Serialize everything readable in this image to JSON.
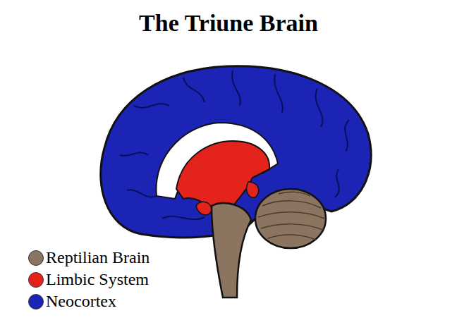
{
  "diagram": {
    "title": "The Triune Brain",
    "legend": [
      {
        "text": "Reptilian Brain",
        "color": "#8b7560"
      },
      {
        "text": "Limbic System",
        "color": "#e3231c"
      },
      {
        "text": "Neocortex",
        "color": "#1c24b5"
      }
    ]
  }
}
